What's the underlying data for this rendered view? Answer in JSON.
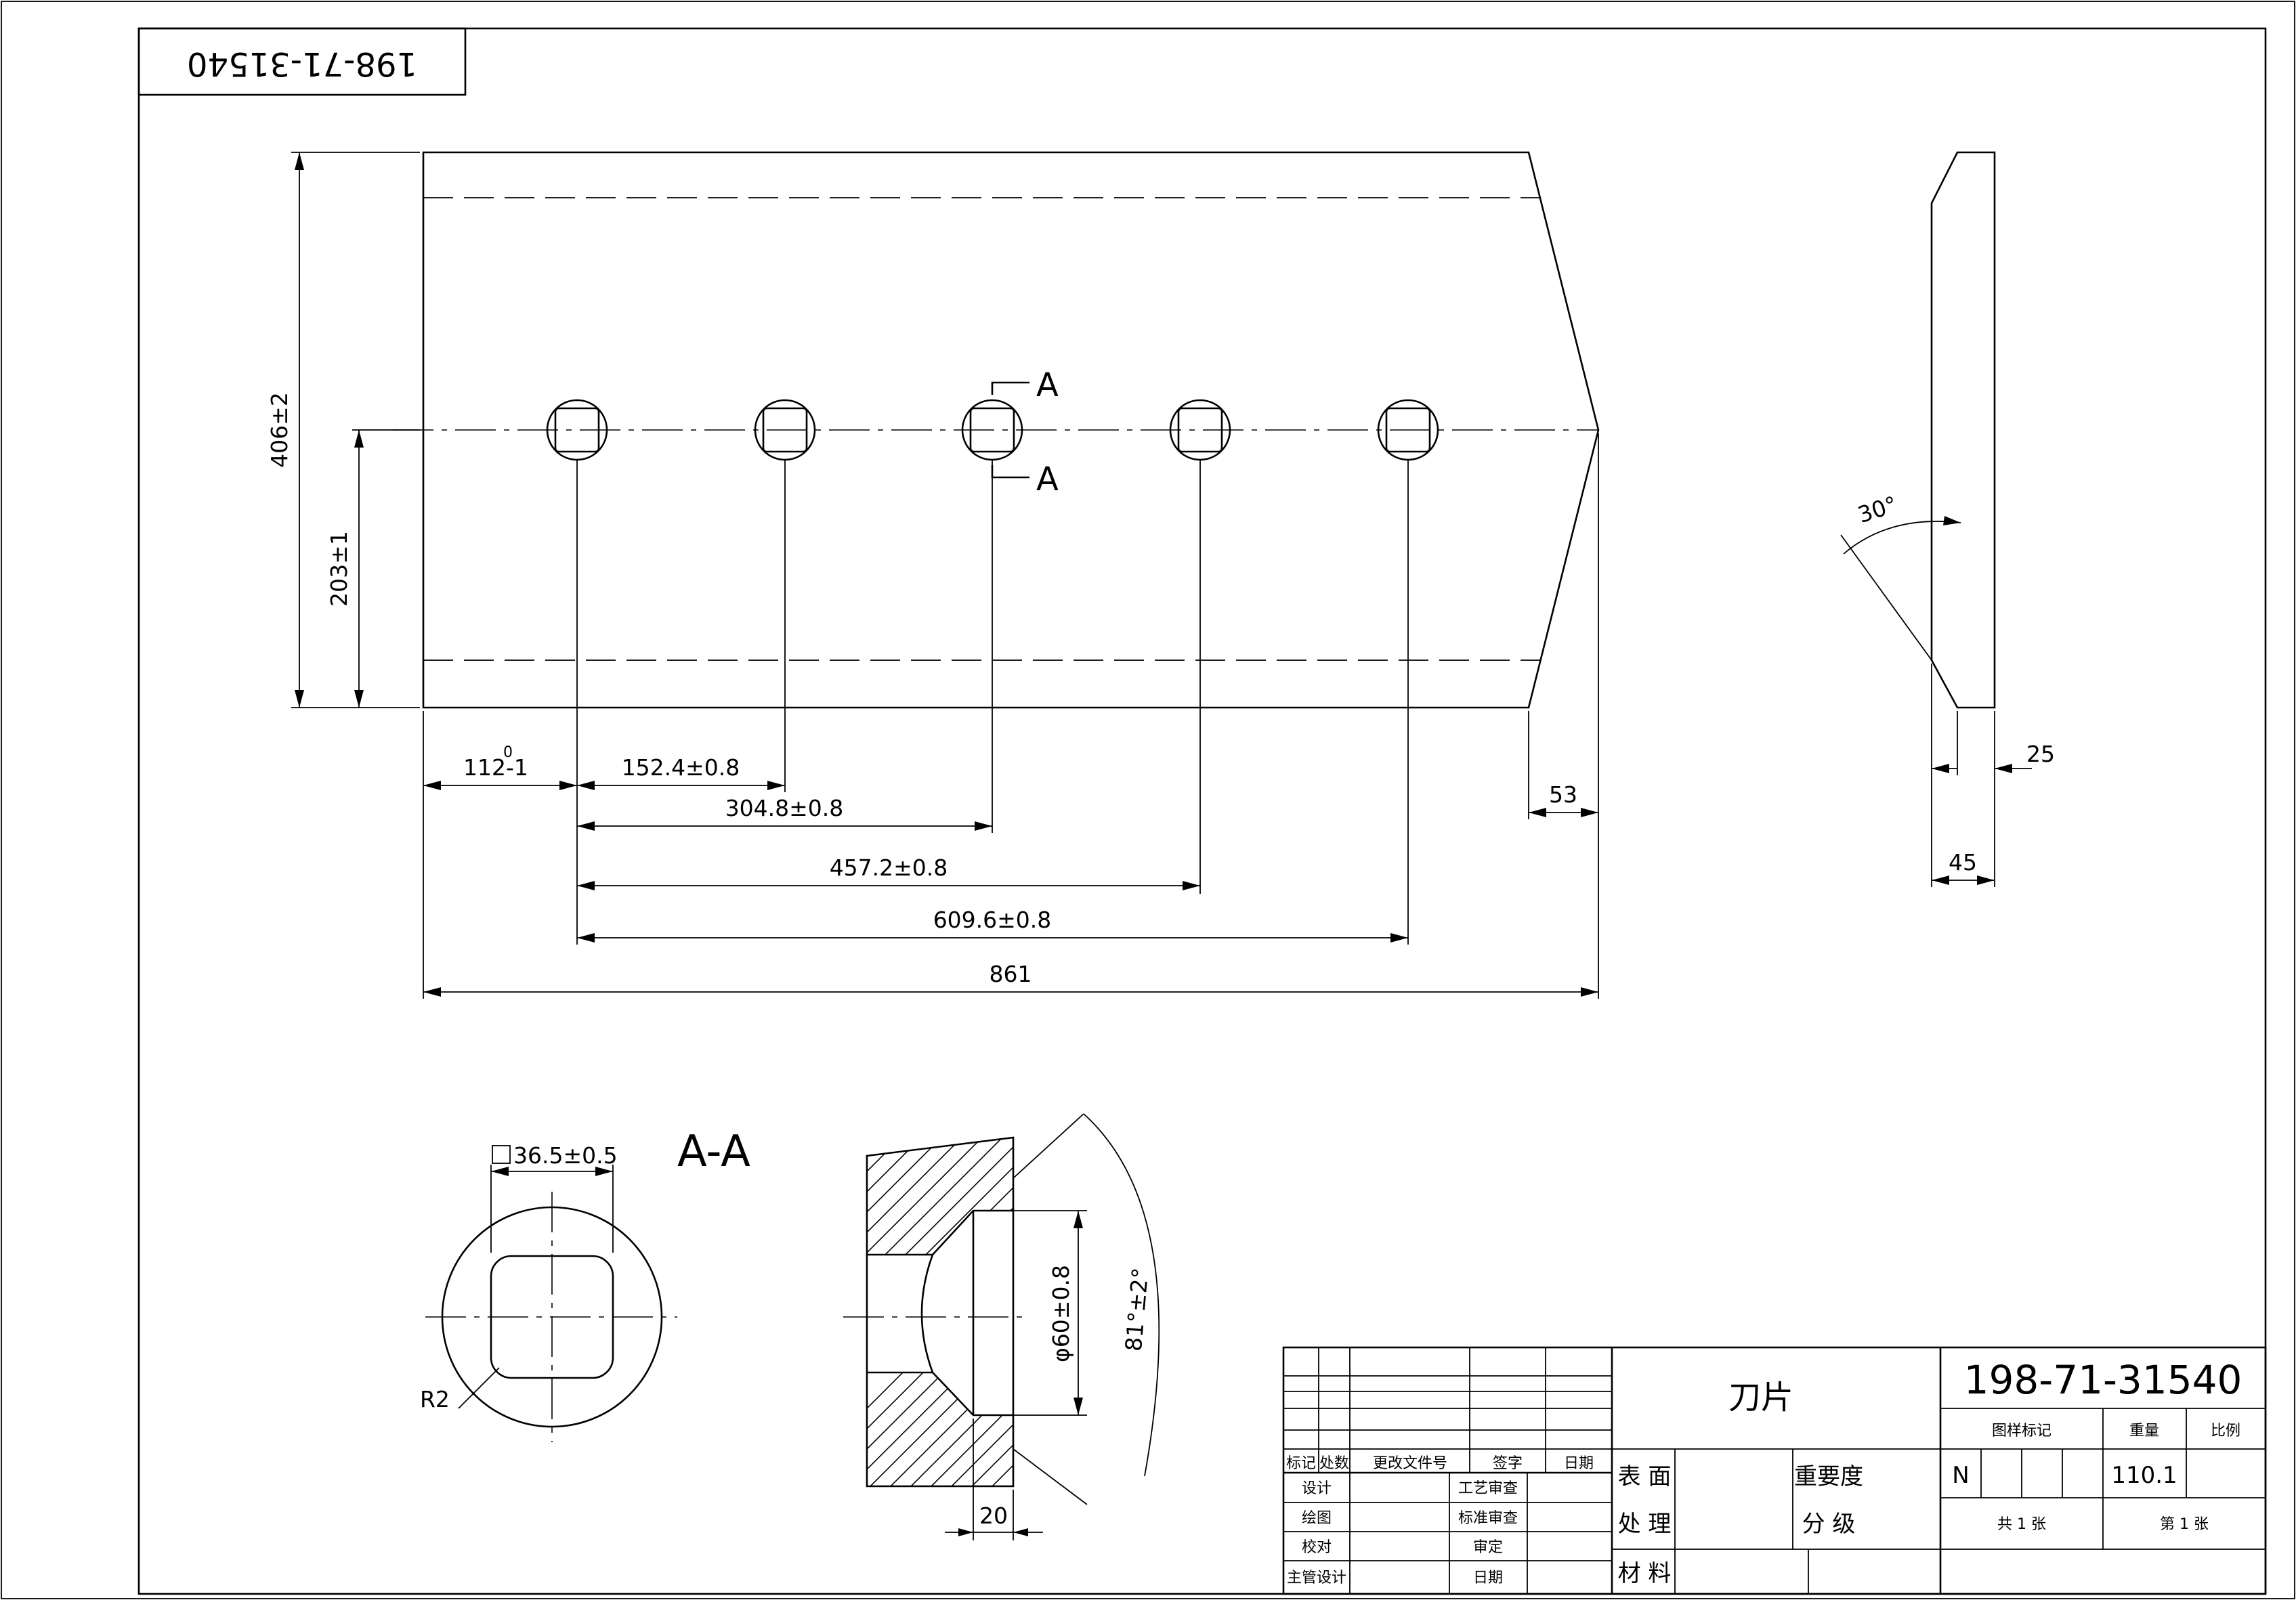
{
  "part_number": "198-71-31540",
  "title_block": {
    "part_name": "刀片",
    "drawing_number": "198-71-31540",
    "revision_headers": [
      "标记",
      "处数",
      "更改文件号",
      "签字",
      "日期"
    ],
    "left_labels": [
      "设计",
      "绘图",
      "校对",
      "主管设计"
    ],
    "mid_labels": [
      "工艺审查",
      "标准审查",
      "审定",
      "日期"
    ],
    "surface_treatment": "表 面\n处 理",
    "surface_label_1": "表 面",
    "surface_label_2": "处 理",
    "material_label": "材 料",
    "importance_label_1": "重要度",
    "importance_label_2": "分 级",
    "pattern_mark_label": "图样标记",
    "weight_label": "重量",
    "scale_label": "比例",
    "pattern_mark_value": "N",
    "weight_value": "110.1",
    "sheets_total": "共 1 张",
    "sheet_number": "第 1 张"
  },
  "dimensions": {
    "height_total": "406±2",
    "height_half": "203±1",
    "offset_first_hole": "112-1",
    "offset_first_hole_upper": "0",
    "pitch_1": "152.4±0.8",
    "pitch_2": "304.8±0.8",
    "pitch_3": "457.2±0.8",
    "pitch_4": "609.6±0.8",
    "length_total": "861",
    "chamfer": "53",
    "edge_thickness": "25",
    "thickness": "45",
    "bevel_angle": "30°",
    "square_hole": "36.5±0.5",
    "corner_radius": "R2",
    "counterbore_dia": "φ60±0.8",
    "countersink_angle": "81°±2°",
    "counterbore_depth": "20"
  },
  "section": {
    "label": "A-A",
    "marker_top": "A",
    "marker_bottom": "A"
  }
}
